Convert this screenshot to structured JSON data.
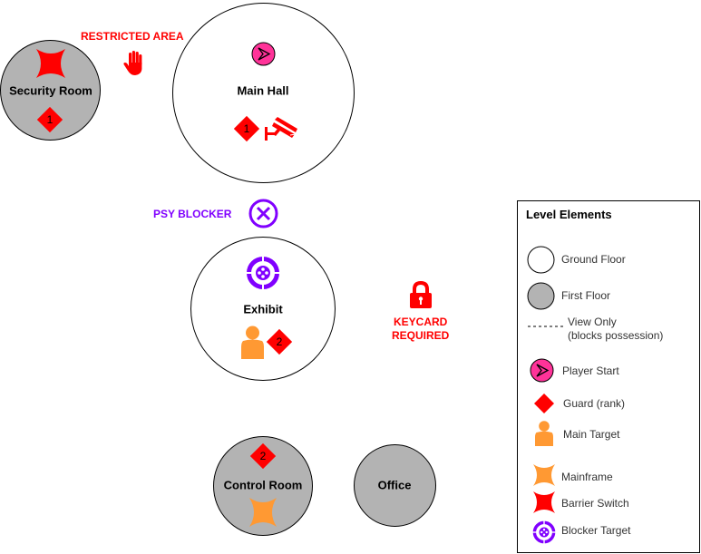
{
  "rooms": {
    "security_room": {
      "label": "Security Room",
      "floor": "First Floor"
    },
    "main_hall": {
      "label": "Main Hall",
      "floor": "Ground Floor"
    },
    "exhibit": {
      "label": "Exhibit",
      "floor": "Ground Floor"
    },
    "control_room": {
      "label": "Control Room",
      "floor": "First Floor"
    },
    "office": {
      "label": "Office",
      "floor": "First Floor"
    }
  },
  "guards": {
    "security_room_rank": "1",
    "main_hall_rank": "1",
    "exhibit_rank": "2",
    "control_room_rank": "2"
  },
  "annotations": {
    "restricted_area": "RESTRICTED AREA",
    "psy_blocker": "PSY BLOCKER",
    "keycard_line1": "KEYCARD",
    "keycard_line2": "REQUIRED"
  },
  "legend": {
    "title": "Level Elements",
    "items": [
      {
        "icon": "ground-floor-circle",
        "label": "Ground Floor"
      },
      {
        "icon": "first-floor-circle",
        "label": "First Floor"
      },
      {
        "icon": "dashed-line",
        "label": "View Only",
        "sublabel": "(blocks possession)"
      },
      {
        "icon": "player-start-icon",
        "label": "Player Start"
      },
      {
        "icon": "guard-diamond-icon",
        "label": "Guard (rank)"
      },
      {
        "icon": "person-icon",
        "label": "Main Target"
      },
      {
        "icon": "mainframe-star-icon",
        "label": "Mainframe"
      },
      {
        "icon": "barrier-switch-star-icon",
        "label": "Barrier Switch"
      },
      {
        "icon": "blocker-target-icon",
        "label": "Blocker Target"
      }
    ]
  },
  "colors": {
    "ground_floor": "#ffffff",
    "first_floor": "#b3b3b3",
    "guard": "#ff0000",
    "restricted": "#ff0000",
    "psy_blocker": "#8000ff",
    "player_start": "#ff3399",
    "main_target": "#ff9933",
    "mainframe": "#ff9933",
    "barrier_switch": "#ff0000"
  }
}
